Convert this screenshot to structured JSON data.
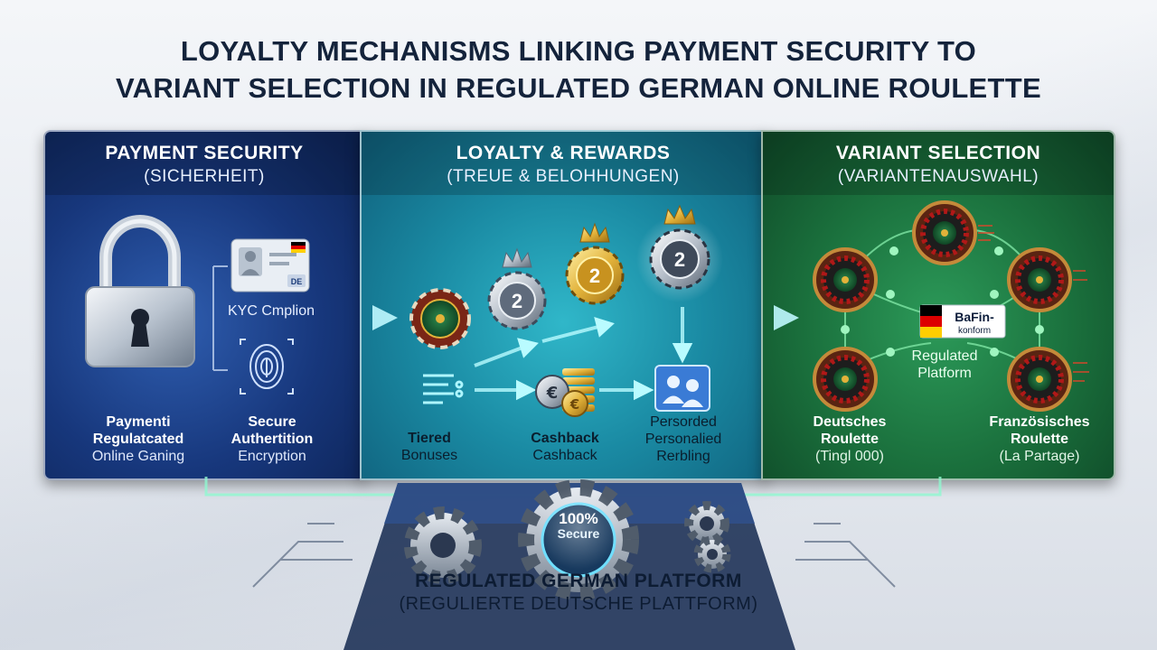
{
  "title": {
    "line1": "LOYALTY MECHANISMS LINKING PAYMENT SECURITY TO",
    "line2": "VARIANT SELECTION IN REGULATED GERMAN ONLINE ROULETTE"
  },
  "panels": {
    "security": {
      "heading": "PAYMENT SECURITY",
      "subheading": "(SICHERHEIT)",
      "kyc_label": "KYC Cmplion",
      "card_badge": "DE",
      "left_label": [
        "Paymenti",
        "Regulatcated",
        "Online Ganing"
      ],
      "right_label": [
        "Secure",
        "Authertition",
        "Encryption"
      ]
    },
    "loyalty": {
      "heading": "LOYALTY & REWARDS",
      "subheading": "(TREUE & BELOHHUNGEN)",
      "chip_digit": "2",
      "tiered_label": [
        "Tiered",
        "Bonuses"
      ],
      "cashback_label": [
        "Cashback",
        "Cashback"
      ],
      "personal_label": [
        "Persorded",
        "Personalied",
        "Rerbling"
      ]
    },
    "variant": {
      "heading": "VARIANT SELECTION",
      "subheading": "(VARIANTENAUSWAHL)",
      "badge_line1": "BaFin-",
      "badge_line2": "konform",
      "center_label": [
        "Regulated",
        "Platform"
      ],
      "left_label": [
        "Deutsches",
        "Roulette",
        "(Tingl 000)"
      ],
      "right_label": [
        "Französisches",
        "Roulette",
        "(La Partage)"
      ]
    }
  },
  "platform": {
    "badge_line1": "100%",
    "badge_line2": "Secure",
    "title": "REGULATED GERMAN PLATFORM",
    "subtitle": "(REGULIERTE DEUTSCHE PLATTFORM)"
  },
  "colors": {
    "security_panel": "#17377c",
    "loyalty_panel": "#1a8aa3",
    "variant_panel": "#1a6f3c",
    "gold": "#e2b23a",
    "title_text": "#14233b"
  },
  "icons": [
    "padlock-icon",
    "id-card-icon",
    "fingerprint-icon",
    "casino-chip-icon",
    "crown-icon",
    "coin-stack-icon",
    "users-icon",
    "roulette-wheel-icon",
    "gear-icon",
    "german-flag-icon"
  ]
}
